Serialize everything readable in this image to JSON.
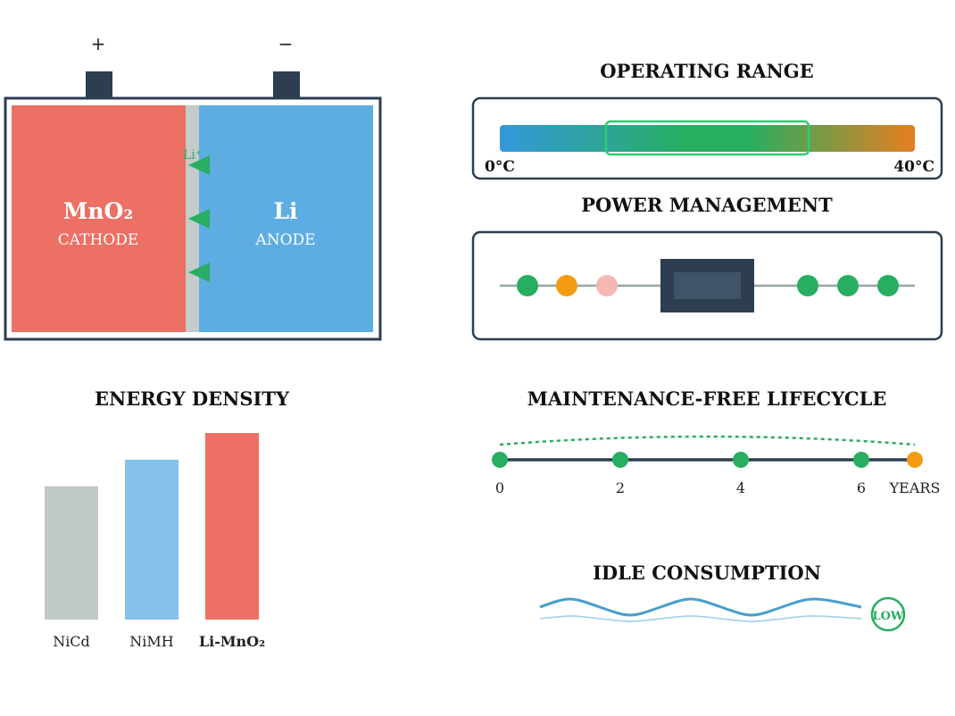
{
  "colors": {
    "dark": "#2c3e50",
    "cathode": "#ec7063",
    "anode": "#5dade2",
    "separator": "#c4cbcb",
    "green": "#27ae60",
    "orange": "#f39c12",
    "pink": "#f5b7b1",
    "gray_bar": "#c0c8c8",
    "light_blue_bar": "#85c1e9",
    "wave": "#4a9ecb"
  },
  "battery": {
    "plus": "+",
    "minus": "−",
    "cathode_formula": "MnO₂",
    "cathode_label": "CATHODE",
    "anode_formula": "Li",
    "anode_label": "ANODE",
    "ion_label": "Li⁺"
  },
  "operating_range": {
    "title": "OPERATING RANGE",
    "min_label": "0°C",
    "max_label": "40°C"
  },
  "power_management": {
    "title": "POWER MANAGEMENT",
    "left_dots": [
      "green",
      "orange",
      "pink"
    ],
    "right_dots": [
      "green",
      "green",
      "green"
    ]
  },
  "energy_density": {
    "title": "ENERGY DENSITY"
  },
  "chart_data": {
    "type": "bar",
    "categories": [
      "NiCd",
      "NiMH",
      "Li-MnO₂"
    ],
    "values": [
      50,
      60,
      70
    ],
    "ylim": [
      0,
      75
    ],
    "colors": [
      "#c0c8c8",
      "#85c1e9",
      "#ec7063"
    ],
    "bold_category": "Li-MnO₂"
  },
  "lifecycle": {
    "title": "MAINTENANCE-FREE LIFECYCLE",
    "ticks": [
      "0",
      "2",
      "4",
      "6"
    ],
    "end_label": "YEARS"
  },
  "idle": {
    "title": "IDLE CONSUMPTION",
    "badge": "LOW"
  }
}
